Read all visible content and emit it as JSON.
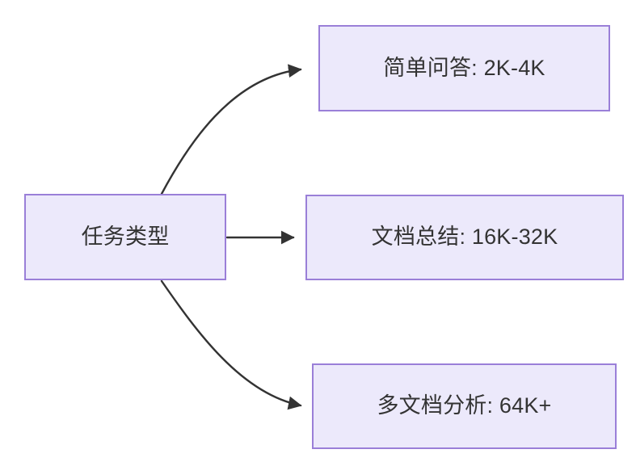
{
  "diagram": {
    "type": "flowchart",
    "direction": "left-to-right",
    "background_color": "#ffffff",
    "node_fill_color": "#ece9fb",
    "node_border_color": "#9a7fd8",
    "node_text_color": "#333333",
    "edge_color": "#333333",
    "nodes": [
      {
        "id": "root",
        "label": "任务类型"
      },
      {
        "id": "simple",
        "label": "简单问答: 2K-4K"
      },
      {
        "id": "doc",
        "label": "文档总结: 16K-32K"
      },
      {
        "id": "multidoc",
        "label": "多文档分析: 64K+"
      }
    ],
    "edges": [
      {
        "from": "root",
        "to": "simple",
        "label": "",
        "style": "curved"
      },
      {
        "from": "root",
        "to": "doc",
        "label": "",
        "style": "straight"
      },
      {
        "from": "root",
        "to": "multidoc",
        "label": "",
        "style": "curved"
      }
    ]
  }
}
